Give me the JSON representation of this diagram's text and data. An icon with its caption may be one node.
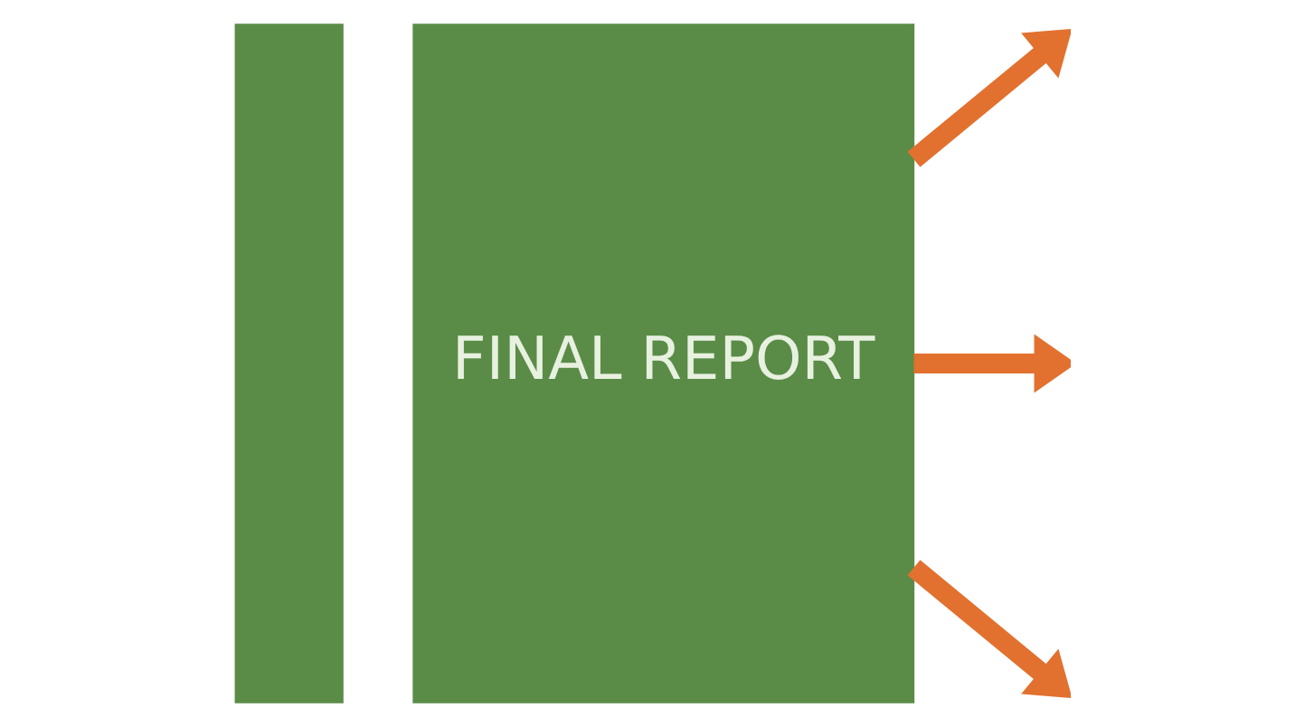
{
  "diagram": {
    "nodes": [
      {
        "text": [],
        "shape": "bar"
      },
      {
        "text": [
          "FINAL REPORT"
        ]
      }
    ],
    "edges": [
      {
        "from": 1,
        "to": null,
        "arrow": "to"
      },
      {
        "from": 1,
        "to": null,
        "arrow": "to"
      },
      {
        "from": 1,
        "to": null,
        "arrow": "to"
      }
    ]
  }
}
